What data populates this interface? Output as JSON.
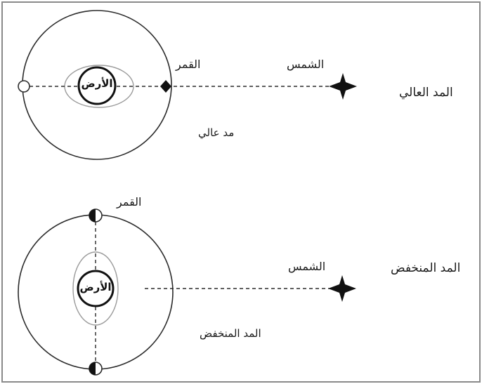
{
  "top_panel": {
    "earth_label": "الأرض",
    "moon_label": "القمر",
    "sun_label": "الشمس",
    "caption": "مد عالي",
    "side_title": "المد العالي"
  },
  "bottom_panel": {
    "earth_label": "الأرض",
    "moon_label": "القمر",
    "sun_label": "الشمس",
    "caption": "المد المنخفض",
    "side_title": "المد المنخفض"
  },
  "colors": {
    "line": "#2b2b2b",
    "frame": "#8a8a8a",
    "tidal_bulge": "#9a9a9a"
  }
}
